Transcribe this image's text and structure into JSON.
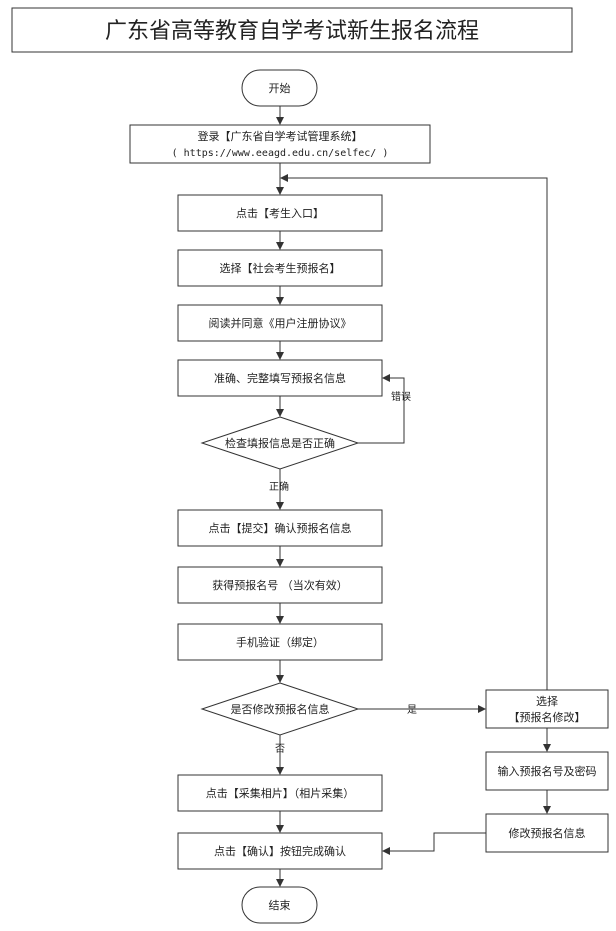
{
  "title": "广东省高等教育自学考试新生报名流程",
  "nodes": {
    "start": "开始",
    "login_line1": "登录【广东省自学考试管理系统】",
    "login_line2": "( https://www.eeagd.edu.cn/selfec/ )",
    "entry": "点击【考生入口】",
    "select_pre": "选择【社会考生预报名】",
    "agreement": "阅读并同意《用户注册协议》",
    "fill": "准确、完整填写预报名信息",
    "check": "检查填报信息是否正确",
    "submit": "点击【提交】确认预报名信息",
    "get_number": "获得预报名号 （当次有效）",
    "phone": "手机验证（绑定）",
    "modify_q": "是否修改预报名信息",
    "select_modify_line1": "选择",
    "select_modify_line2": "【预报名修改】",
    "input_pwd": "输入预报名号及密码",
    "modify_info": "修改预报名信息",
    "photo": "点击【采集相片】（相片采集）",
    "confirm": "点击【确认】按钮完成确认",
    "end": "结束"
  },
  "edge_labels": {
    "wrong": "错误",
    "correct": "正确",
    "yes": "是",
    "no": "否"
  }
}
